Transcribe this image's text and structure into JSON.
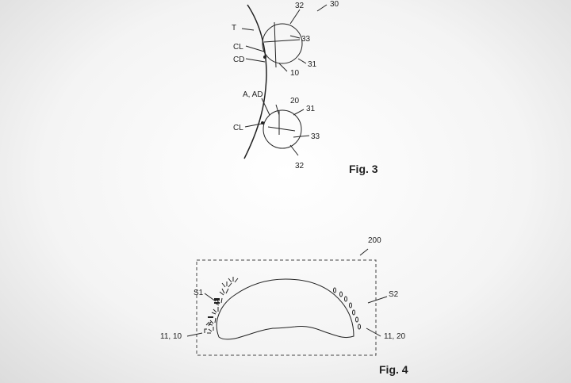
{
  "fig3": {
    "title": "Fig. 3",
    "labels": {
      "ref_30": "30",
      "top_32": "32",
      "T": "T",
      "top_33": "33",
      "CL_top": "CL",
      "CD": "CD",
      "top_31": "31",
      "ref_10": "10",
      "A_AD": "A, AD",
      "ref_20": "20",
      "bottom_31": "31",
      "CL_bottom": "CL",
      "bottom_33": "33",
      "bottom_32": "32"
    }
  },
  "fig4": {
    "title": "Fig. 4",
    "labels": {
      "ref_200": "200",
      "S1": "S1",
      "S2": "S2",
      "left_ref": "11, 10",
      "right_ref": "11, 20"
    }
  }
}
